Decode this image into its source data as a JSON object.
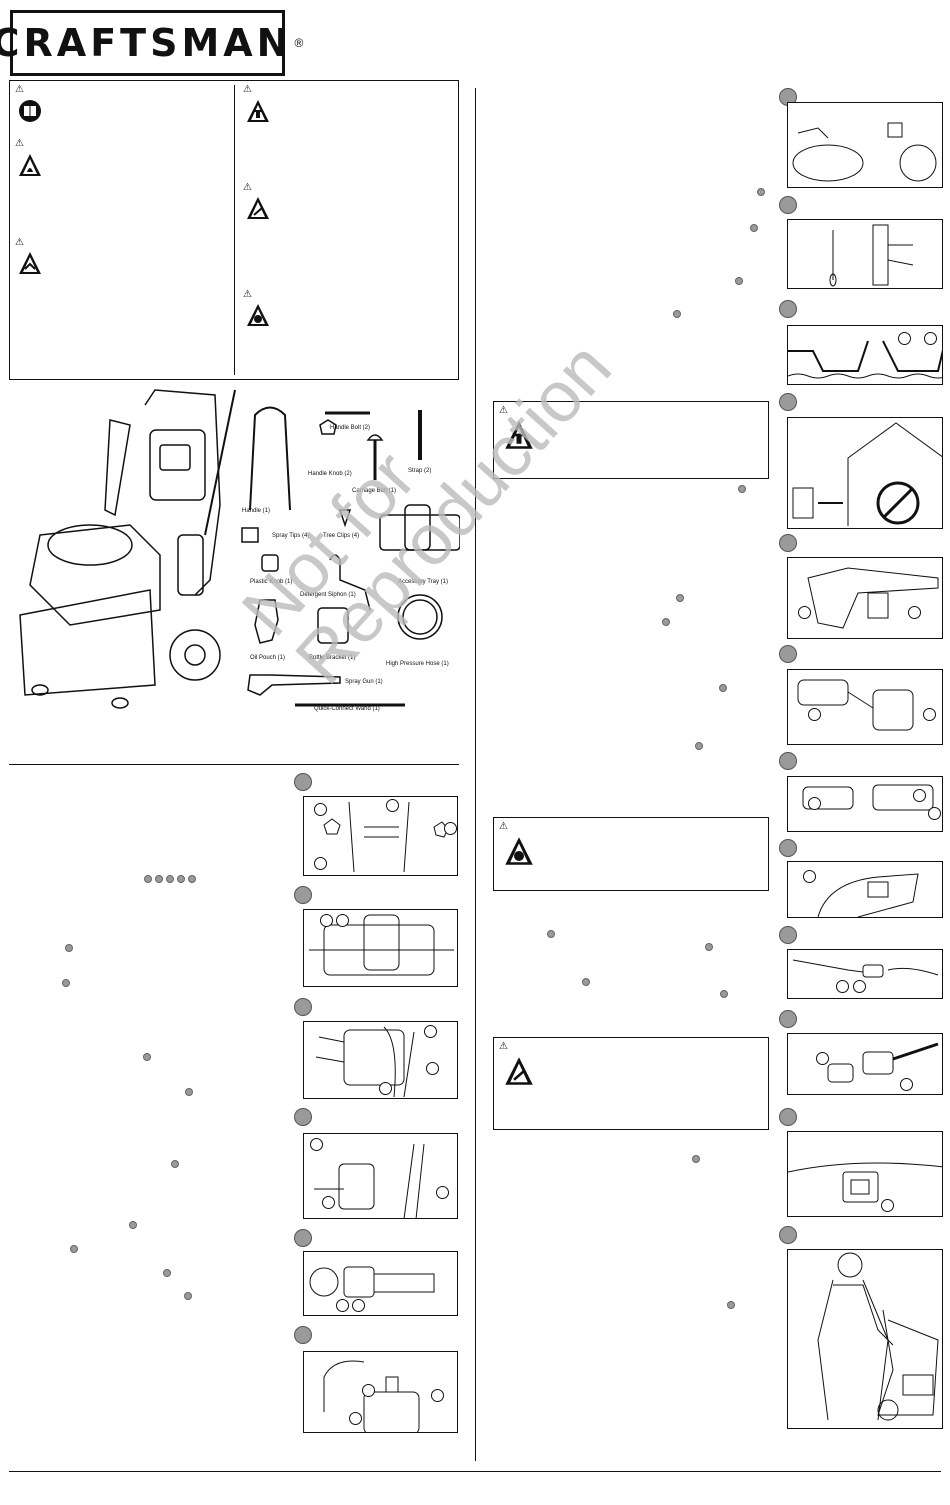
{
  "brand": {
    "logo_text": "CRAFTSMAN",
    "registered_mark": "®"
  },
  "parts": {
    "handle": "Handle (1)",
    "handle_bolt": "Handle Bolt (2)",
    "strap": "Strap (2)",
    "handle_knob": "Handle Knob (2)",
    "carriage_bolt": "Carriage Bolt (1)",
    "spray_tips": "Spray Tips (4)",
    "tree_clips": "Tree Clips (4)",
    "plastic_knob": "Plastic Knob (1)",
    "detergent_siphon": "Detergent Siphon (1)",
    "accessory_tray": "Accessory Tray (1)",
    "oil_pouch": "Oil Pouch (1)",
    "bottle_bracket": "Bottle Bracket (1)",
    "high_pressure_hose": "High Pressure Hose (1)",
    "spray_gun": "Spray Gun (1)",
    "quick_connect_wand": "Quick-Connect Wand (1)"
  },
  "watermark": {
    "line1": "Not for",
    "line2": "Reproduction"
  },
  "icons": [
    "warning-triangle-icon",
    "read-manual-icon",
    "fire-hazard-icon",
    "hot-surface-icon",
    "toxic-fumes-icon",
    "injection-hazard-icon",
    "moving-parts-icon",
    "step-marker-icon"
  ]
}
